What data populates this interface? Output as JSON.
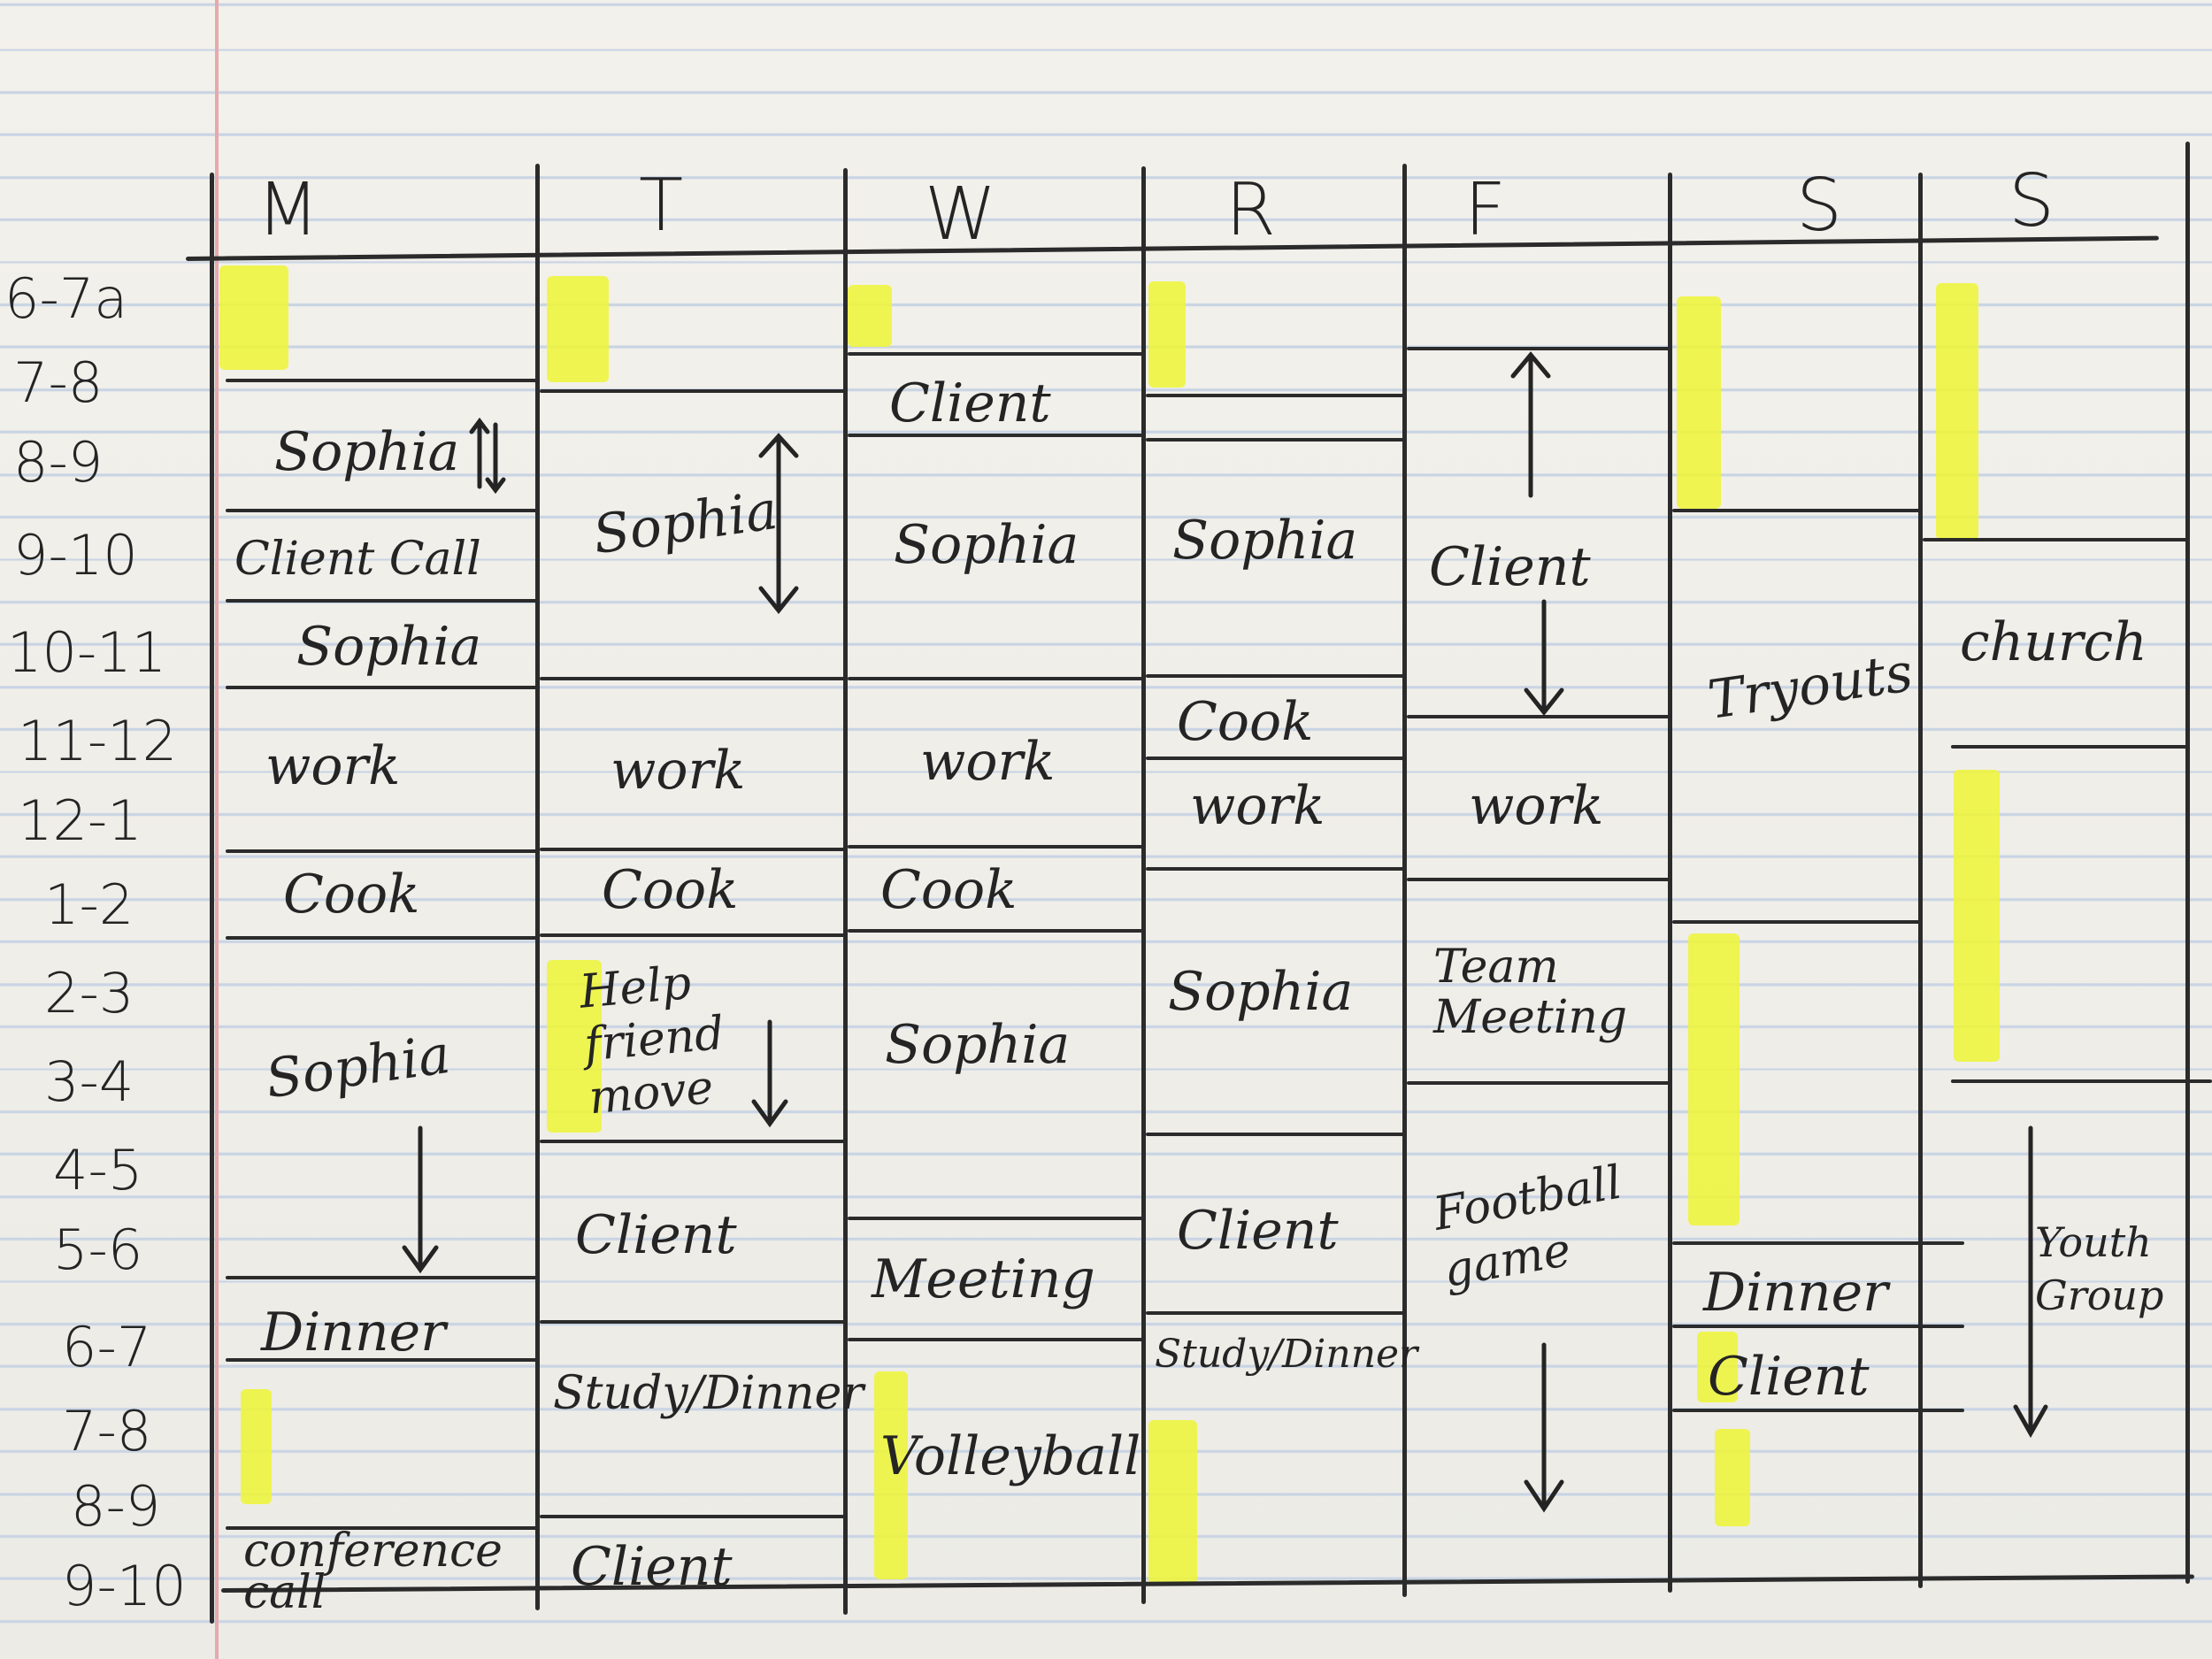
{
  "days": [
    "M",
    "T",
    "W",
    "R",
    "F",
    "S",
    "S"
  ],
  "times": [
    "6-7a",
    "7-8",
    "8-9",
    "9-10",
    "10-11",
    "11-12",
    "12-1",
    "1-2",
    "2-3",
    "3-4",
    "4-5",
    "5-6",
    "6-7",
    "7-8",
    "8-9",
    "9-10"
  ],
  "highlight_color": "#eef53a",
  "ink_color": "#242424",
  "schedule": {
    "monday": [
      "Sophia",
      "Client Call",
      "Sophia",
      "work",
      "Cook",
      "Sophia",
      "Dinner",
      "conference call"
    ],
    "tuesday": [
      "Sophia",
      "work",
      "Cook",
      "Help friend move",
      "Client",
      "Study/Dinner",
      "Client"
    ],
    "wednesday": [
      "Client",
      "Sophia",
      "work",
      "Cook",
      "Sophia",
      "Meeting",
      "Volleyball"
    ],
    "thursday": [
      "Sophia",
      "Cook",
      "work",
      "Sophia",
      "Client",
      "Study/Dinner"
    ],
    "friday": [
      "Client",
      "work",
      "Team Meeting",
      "Football game"
    ],
    "saturday": [
      "Tryouts",
      "Dinner",
      "Client"
    ],
    "sunday": [
      "church",
      "Youth Group"
    ]
  }
}
